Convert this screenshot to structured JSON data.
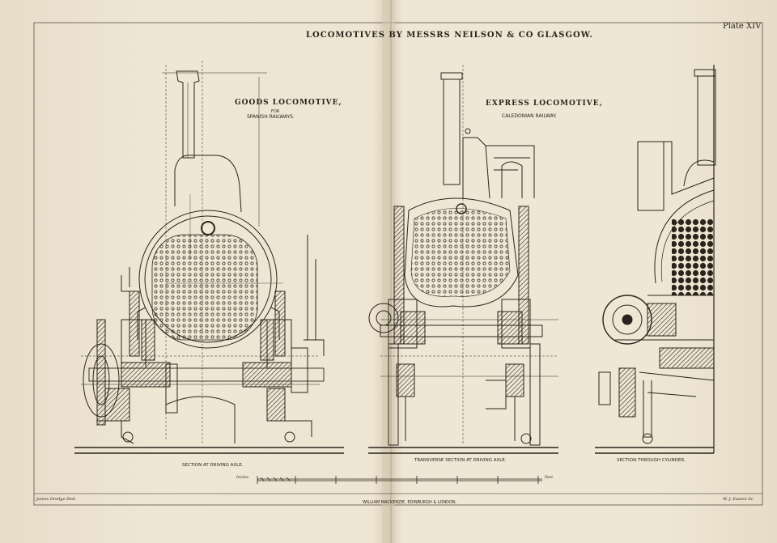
{
  "plate": {
    "title": "LOCOMOTIVES BY MESSRS NEILSON & CO GLASGOW.",
    "number": "Plate XIV",
    "publisher": "WILLIAM MACKENZIE, EDINBURGH & LONDON.",
    "draughtsman": "James Dredge Delt.",
    "engraver": "W. J. Easton Sc."
  },
  "figures": [
    {
      "id": "goods",
      "heading": "GOODS LOCOMOTIVE,",
      "sub1": "FOR",
      "sub2": "SPANISH RAILWAYS.",
      "caption": "SECTION AT DRIVING AXLE."
    },
    {
      "id": "express",
      "heading": "EXPRESS LOCOMOTIVE,",
      "sub2": "CALEDONIAN RAILWAY.",
      "caption": "TRANSVERSE SECTION AT DRIVING AXLE."
    },
    {
      "id": "cylinder",
      "caption": "SECTION THROUGH CYLINDER."
    }
  ],
  "scale": {
    "left_label": "Inches",
    "right_label": "Feet"
  },
  "colors": {
    "ink": "#2a241c",
    "paper": "#efe6d4",
    "fold": "#d2c5ad"
  }
}
